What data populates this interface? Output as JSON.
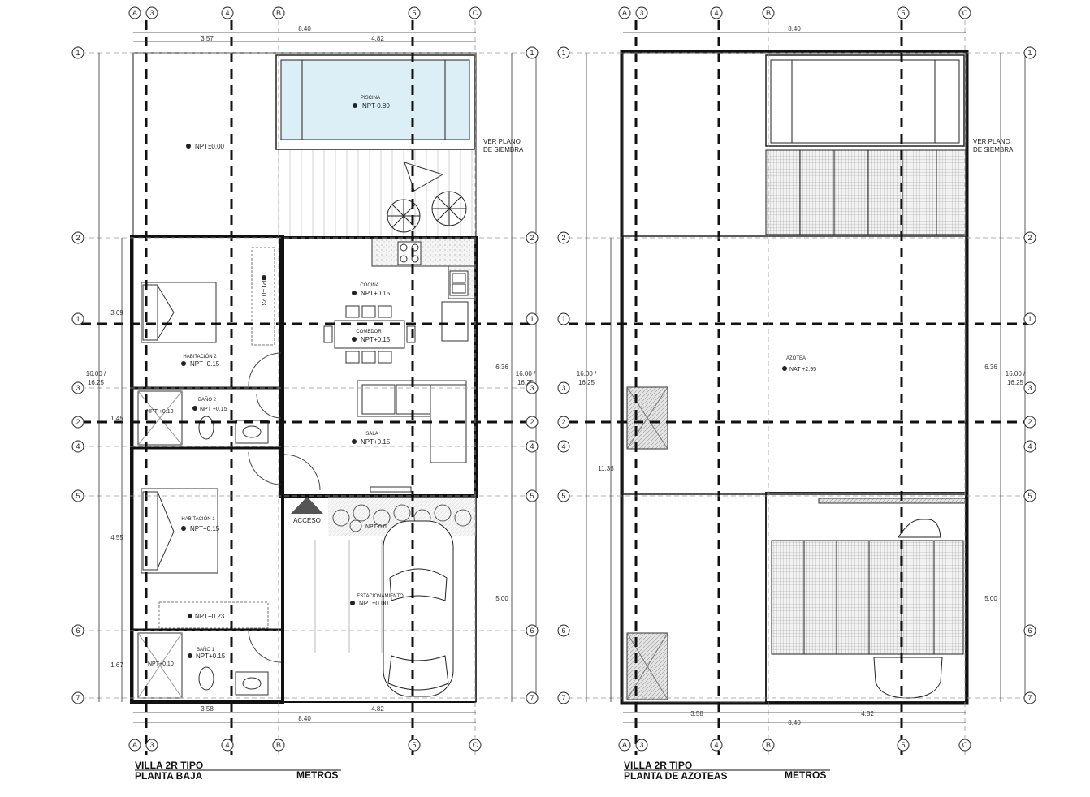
{
  "plans": [
    {
      "title": "VILLA 2R TIPO",
      "subtitle": "PLANTA BAJA",
      "units": "METROS",
      "note": "VER PLANO DE SIEMBRA",
      "note_lines": [
        "VER PLANO",
        "DE SIEMBRA"
      ],
      "rooms": [
        {
          "name": "PISCINA",
          "level": "NPT-0.80"
        },
        {
          "name": "",
          "level": "NPT±0.00"
        },
        {
          "name": "COCINA",
          "level": "NPT+0.15"
        },
        {
          "name": "COMEDOR",
          "level": "NPT+0.15"
        },
        {
          "name": "SALA",
          "level": "NPT+0.15"
        },
        {
          "name": "HABITACIÓN 2",
          "level": "NPT+0.15"
        },
        {
          "name": "BAÑO 2",
          "level": "NPT +0.15"
        },
        {
          "name": "HABITACIÓN 1",
          "level": "NPT+0.15"
        },
        {
          "name": "BAÑO 1",
          "level": "NPT+0.15"
        },
        {
          "name": "ESTACIONAMIENTO",
          "level": "NPT±0.00"
        }
      ],
      "extra_levels": [
        "NPT+0.23",
        "NPT+0.23",
        "NPT +0.10",
        "NPT+0.10",
        "NPT-0.0"
      ],
      "access_label": "ACCESO",
      "top_dims": {
        "overall": "8.40",
        "left": "3.57",
        "right": "4.82"
      },
      "bottom_dims": {
        "overall": "8.40",
        "left": "3.58",
        "right": "4.82"
      },
      "left_dims": [
        "3.69",
        "1.45",
        "4.55",
        "1.67"
      ],
      "left_total": [
        "16.00 /",
        "16.25"
      ],
      "right_dims": [
        "6.36",
        "5.00"
      ],
      "right_total": [
        "16.00 /",
        "16.25"
      ]
    },
    {
      "title": "VILLA 2R TIPO",
      "subtitle": "PLANTA DE AZOTEAS",
      "units": "METROS",
      "note": "VER PLANO DE SIEMBRA",
      "note_lines": [
        "VER PLANO",
        "DE SIEMBRA"
      ],
      "rooms": [
        {
          "name": "AZOTEA",
          "level": "NAT +2.95"
        }
      ],
      "top_dims": {
        "overall": "8.40"
      },
      "bottom_dims": {
        "overall": "8.40",
        "left": "3.58",
        "right": "4.82"
      },
      "left_dims": [
        "11.36"
      ],
      "left_total": [
        "16.00 /",
        "16.25"
      ],
      "right_dims": [
        "6.36",
        "5.00"
      ],
      "right_total": [
        "16.00 /",
        "16.25"
      ]
    }
  ],
  "axes": {
    "columns": [
      "A",
      "3",
      "4",
      "B",
      "5",
      "C"
    ],
    "rows": [
      "1",
      "2",
      "1",
      "3",
      "2",
      "4",
      "5",
      "6",
      "7"
    ]
  },
  "colors": {
    "wall": "#111111",
    "hatch": "#bdbdbd",
    "ink": "#222222"
  }
}
